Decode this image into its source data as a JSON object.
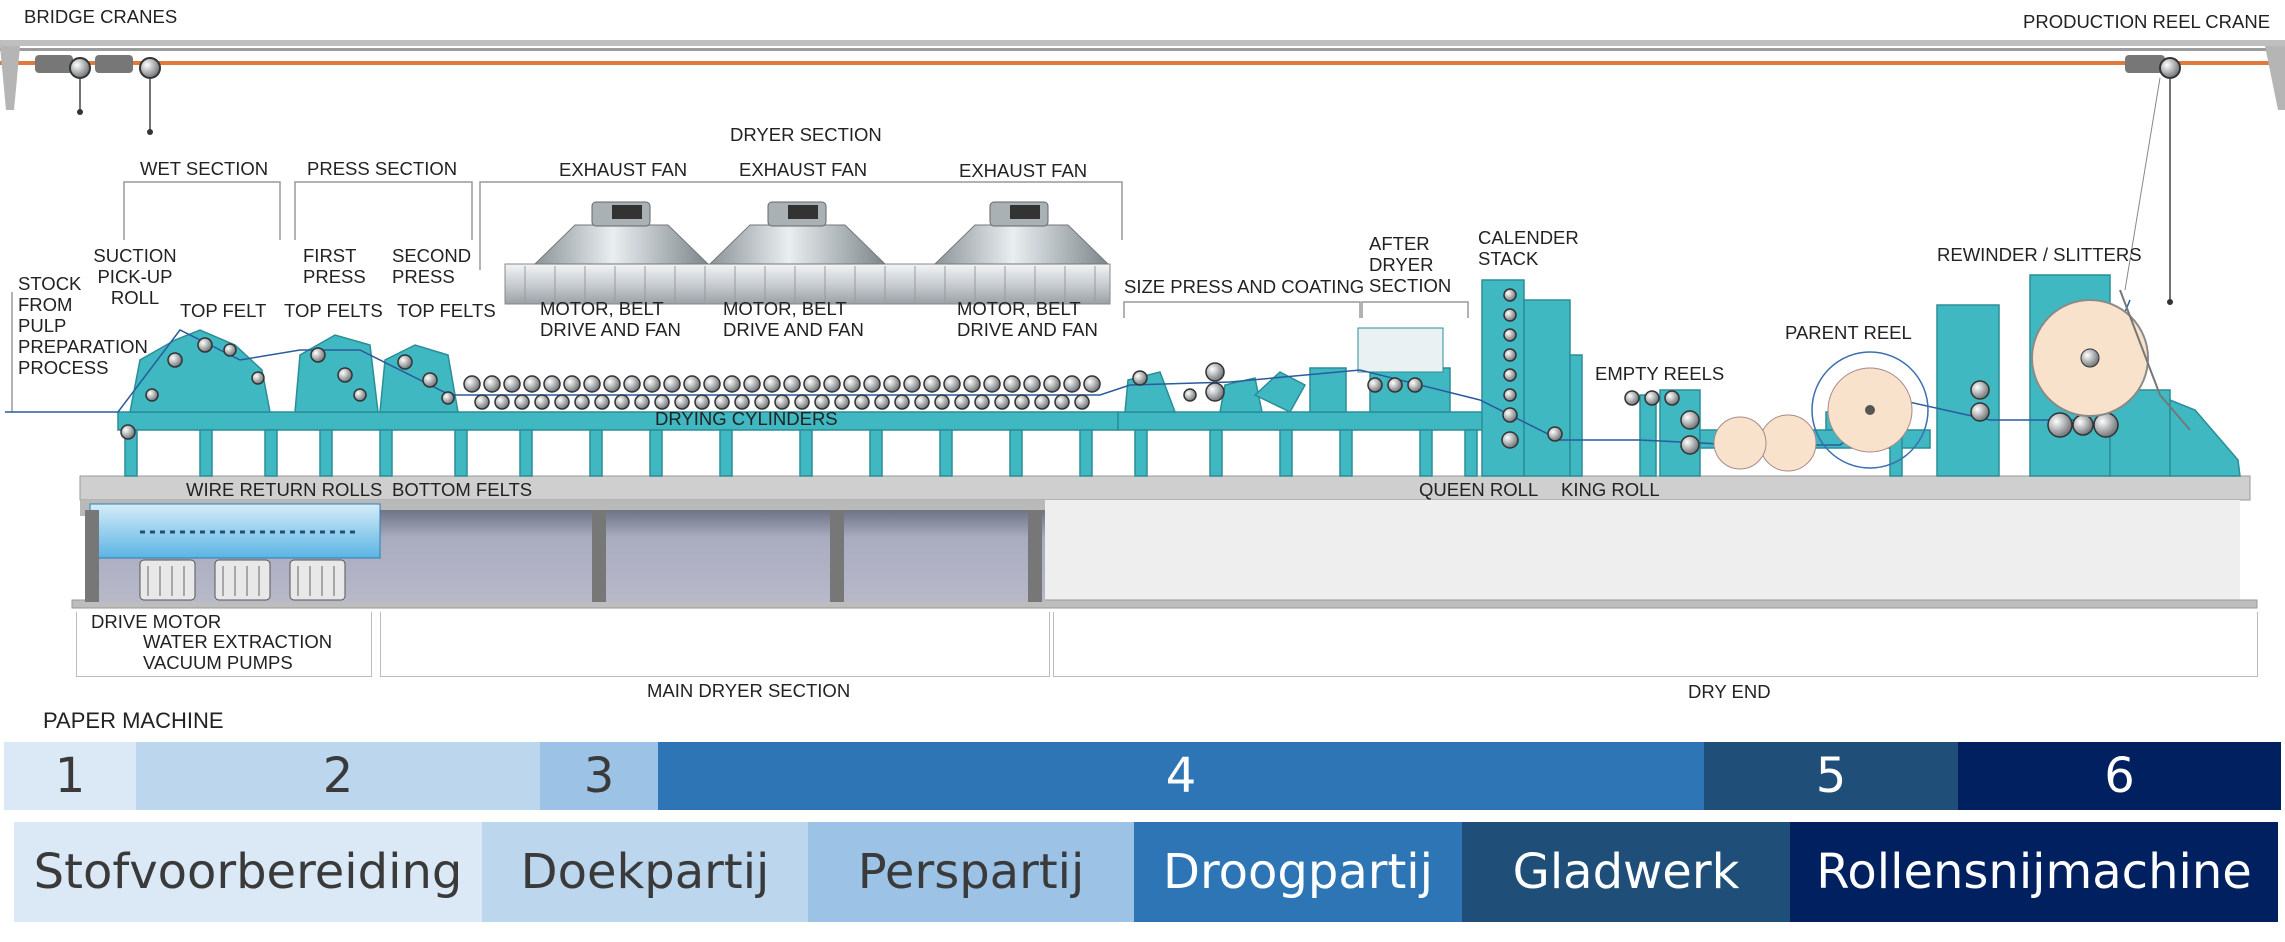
{
  "labels": {
    "bridge_cranes": "BRIDGE CRANES",
    "production_reel_crane": "PRODUCTION REEL CRANE",
    "dryer_section": "DRYER SECTION",
    "wet_section": "WET SECTION",
    "press_section": "PRESS SECTION",
    "exhaust_fan_1": "EXHAUST FAN",
    "exhaust_fan_2": "EXHAUST FAN",
    "exhaust_fan_3": "EXHAUST FAN",
    "suction_pickup_roll": "SUCTION\nPICK-UP\nROLL",
    "stock_from_pulp": "STOCK\nFROM\nPULP\nPREPARATION\nPROCESS",
    "first_press": "FIRST\nPRESS",
    "second_press": "SECOND\nPRESS",
    "top_felt": "TOP FELT",
    "top_felts_1": "TOP FELTS",
    "top_felts_2": "TOP FELTS",
    "motor_belt_1": "MOTOR, BELT\nDRIVE AND FAN",
    "motor_belt_2": "MOTOR, BELT\nDRIVE AND FAN",
    "motor_belt_3": "MOTOR, BELT\nDRIVE AND FAN",
    "size_press": "SIZE PRESS AND COATING",
    "after_dryer": "AFTER\nDRYER\nSECTION",
    "calender_stack": "CALENDER\nSTACK",
    "rewinder": "REWINDER / SLITTERS",
    "parent_reel": "PARENT REEL",
    "empty_reels": "EMPTY REELS",
    "drying_cylinders": "DRYING CYLINDERS",
    "wire_return_rolls": "WIRE RETURN ROLLS",
    "bottom_felts": "BOTTOM FELTS",
    "queen_roll": "QUEEN ROLL",
    "king_roll": "KING ROLL",
    "drive_motor": "DRIVE MOTOR",
    "water_extraction": "WATER EXTRACTION\nVACUUM PUMPS",
    "main_dryer_section": "MAIN DRYER SECTION",
    "dry_end": "DRY END",
    "paper_machine": "PAPER MACHINE"
  },
  "stages": [
    {
      "number": "1",
      "name": "Stofvoorbereiding",
      "color": "#dbe8f5",
      "text_color": "#3a3a3a"
    },
    {
      "number": "2",
      "name": "Doekpartij",
      "color": "#bcd6ee",
      "text_color": "#3a3a3a"
    },
    {
      "number": "3",
      "name": "Perspartij",
      "color": "#9cc3e6",
      "text_color": "#3a3a3a"
    },
    {
      "number": "4",
      "name": "Droogpartij",
      "color": "#2e75b6",
      "text_color": "#ffffff"
    },
    {
      "number": "5",
      "name": "Gladwerk",
      "color": "#1f4e79",
      "text_color": "#ffffff"
    },
    {
      "number": "6",
      "name": "Rollensnijmachine",
      "color": "#002060",
      "text_color": "#ffffff"
    }
  ],
  "colors": {
    "machine": "#3fb8c2",
    "machine_dark": "#2a9aa4",
    "crane_rail": "#e07a3a",
    "floor": "#cfcfcf",
    "basement": "#a6a9bc"
  }
}
